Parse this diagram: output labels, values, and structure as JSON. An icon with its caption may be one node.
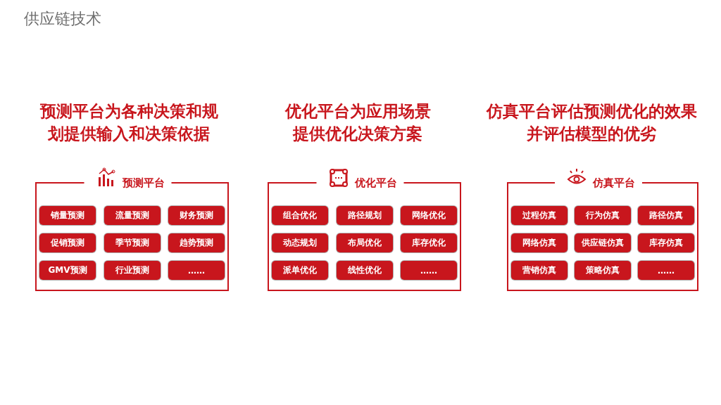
{
  "diagram": {
    "title": "供应链技术",
    "nodes": [
      {
        "text": [
          "预测平台"
        ]
      },
      {
        "text": [
          "销量预测"
        ],
        "in": 0
      },
      {
        "text": [
          "流量预测"
        ],
        "in": 0
      },
      {
        "text": [
          "财务预测"
        ],
        "in": 0
      },
      {
        "text": [
          "促销预测"
        ],
        "in": 0
      },
      {
        "text": [
          "季节预测"
        ],
        "in": 0
      },
      {
        "text": [
          "趋势预测"
        ],
        "in": 0
      },
      {
        "text": [
          "GMV预测"
        ],
        "in": 0
      },
      {
        "text": [
          "行业预测"
        ],
        "in": 0
      },
      {
        "text": [
          "……"
        ],
        "in": 0
      },
      {
        "text": [
          "优化平台"
        ]
      },
      {
        "text": [
          "组合优化"
        ],
        "in": 10
      },
      {
        "text": [
          "路径规划"
        ],
        "in": 10
      },
      {
        "text": [
          "网络优化"
        ],
        "in": 10
      },
      {
        "text": [
          "动态规划"
        ],
        "in": 10
      },
      {
        "text": [
          "布局优化"
        ],
        "in": 10
      },
      {
        "text": [
          "库存优化"
        ],
        "in": 10
      },
      {
        "text": [
          "派单优化"
        ],
        "in": 10
      },
      {
        "text": [
          "线性优化"
        ],
        "in": 10
      },
      {
        "text": [
          "……"
        ],
        "in": 10
      },
      {
        "text": [
          "仿真平台"
        ]
      },
      {
        "text": [
          "过程仿真"
        ],
        "in": 20
      },
      {
        "text": [
          "行为仿真"
        ],
        "in": 20
      },
      {
        "text": [
          "路径仿真"
        ],
        "in": 20
      },
      {
        "text": [
          "网络仿真"
        ],
        "in": 20
      },
      {
        "text": [
          "供应链仿真"
        ],
        "in": 20
      },
      {
        "text": [
          "库存仿真"
        ],
        "in": 20
      },
      {
        "text": [
          "营销仿真"
        ],
        "in": 20
      },
      {
        "text": [
          "策略仿真"
        ],
        "in": 20
      },
      {
        "text": [
          "……"
        ],
        "in": 20
      }
    ],
    "edges": [],
    "labels": [
      "预测平台为各种决策和规划提供输入和决策依据",
      "优化平台为应用场景提供优化决策方案",
      "仿真平台评估预测优化的效果并评估模型的优劣"
    ]
  }
}
